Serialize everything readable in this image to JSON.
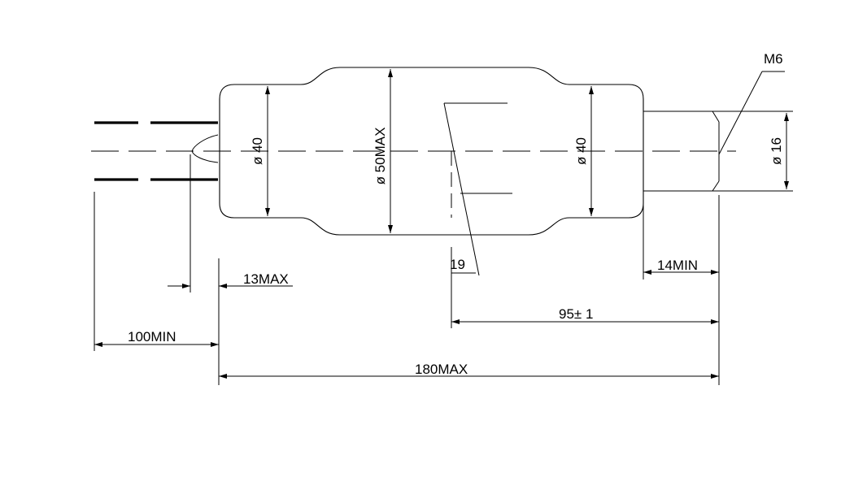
{
  "drawing": {
    "dimensions": {
      "dia_left": "ø 40",
      "dia_max": "ø 50MAX",
      "dia_right": "ø 40",
      "dia_stud": "ø 16",
      "thread": "M6",
      "lead_max": "13MAX",
      "stud_min": "14MIN",
      "angle": "19",
      "pitch": "95± 1",
      "lead_length": "100MIN",
      "overall": "180MAX"
    }
  }
}
